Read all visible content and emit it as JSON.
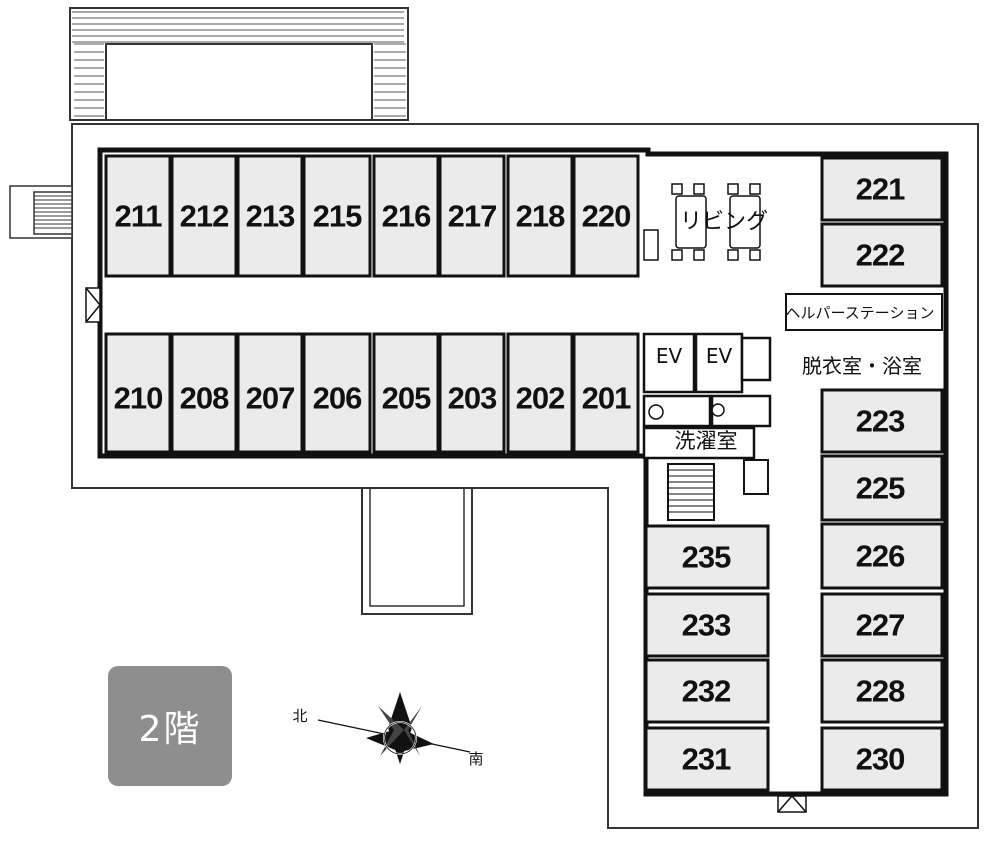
{
  "floor_label": "2階",
  "compass": {
    "north": "北",
    "south": "南"
  },
  "labels": {
    "living": "リビング",
    "helper_station": "ヘルパーステーション",
    "changing_bath": "脱衣室・浴室",
    "laundry": "洗濯室",
    "elevator": "EV"
  },
  "rooms": {
    "north_row": [
      "211",
      "212",
      "213",
      "215",
      "216",
      "217",
      "218",
      "220"
    ],
    "south_row": [
      "210",
      "208",
      "207",
      "206",
      "205",
      "203",
      "202",
      "201"
    ],
    "east_column": [
      "221",
      "222",
      "223",
      "225",
      "226",
      "227",
      "228",
      "230"
    ],
    "west_column": [
      "235",
      "233",
      "232",
      "231"
    ]
  }
}
